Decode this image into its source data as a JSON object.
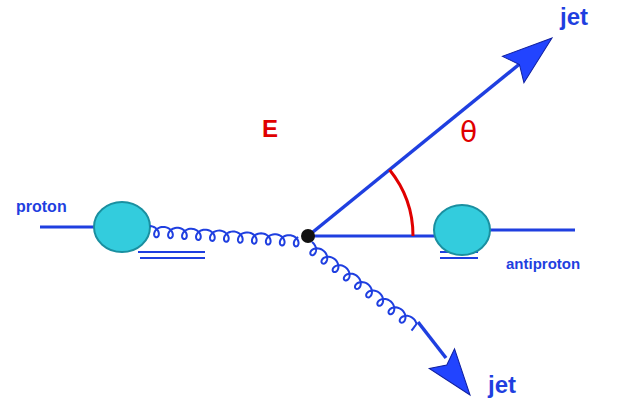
{
  "diagram": {
    "labels": [
      "jet",
      "E",
      "θ",
      "proton",
      "antiproton",
      "jet"
    ]
  }
}
